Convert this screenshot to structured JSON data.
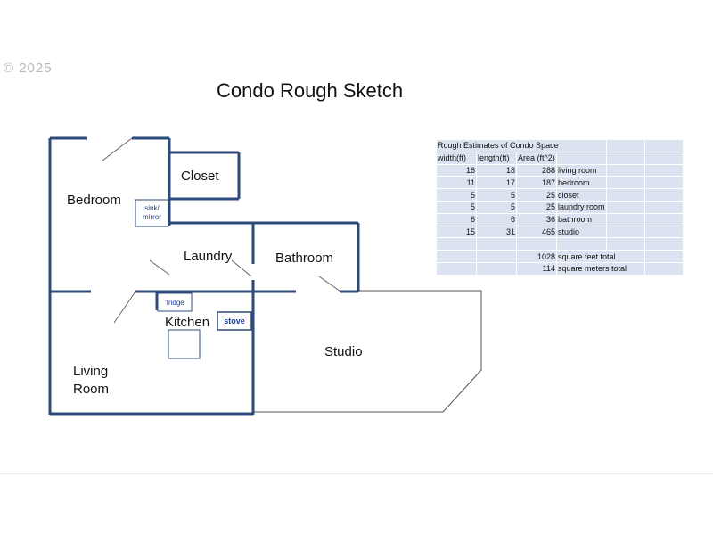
{
  "watermark": "© 2025",
  "title": "Condo Rough Sketch",
  "colors": {
    "wall": "#2c4a7a",
    "label_blue": "#1f3f9a",
    "table_cell": "#dbe3f0"
  },
  "rooms": {
    "bedroom": "Bedroom",
    "closet": "Closet",
    "laundry": "Laundry",
    "bathroom": "Bathroom",
    "kitchen": "Kitchen",
    "living_line1": "Living",
    "living_line2": "Room",
    "studio": "Studio"
  },
  "fixtures": {
    "sink_line1": "sink/",
    "sink_line2": "mirror",
    "fridge": "'fridge",
    "stove": "stove"
  },
  "estimates": {
    "title": "Rough Estimates of Condo Space",
    "headers": [
      "width(ft)",
      "length(ft)",
      "Area (ft^2)"
    ],
    "rows": [
      {
        "width": "16",
        "length": "18",
        "area": "288",
        "name": "living room"
      },
      {
        "width": "11",
        "length": "17",
        "area": "187",
        "name": "bedroom"
      },
      {
        "width": "5",
        "length": "5",
        "area": "25",
        "name": "closet"
      },
      {
        "width": "5",
        "length": "5",
        "area": "25",
        "name": "laundry room"
      },
      {
        "width": "6",
        "length": "6",
        "area": "36",
        "name": "bathroom"
      },
      {
        "width": "15",
        "length": "31",
        "area": "465",
        "name": "studio"
      }
    ],
    "total_sqft": "1028",
    "total_sqft_label": "square feet total",
    "total_sqm": "114",
    "total_sqm_label": "square meters total"
  }
}
